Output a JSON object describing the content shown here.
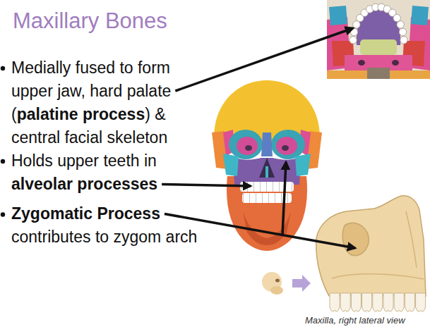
{
  "diagram": {
    "title": "Maxillary Bones",
    "caption": "Maxilla, right lateral view",
    "labels": [
      "Medially fused to form upper jaw, hard palate (",
      "palatine process",
      ") & central facial skeleton",
      "Holds upper teeth in",
      "alveolar processes",
      "Zygomatic Process",
      "contributes to zygom arch"
    ]
  }
}
